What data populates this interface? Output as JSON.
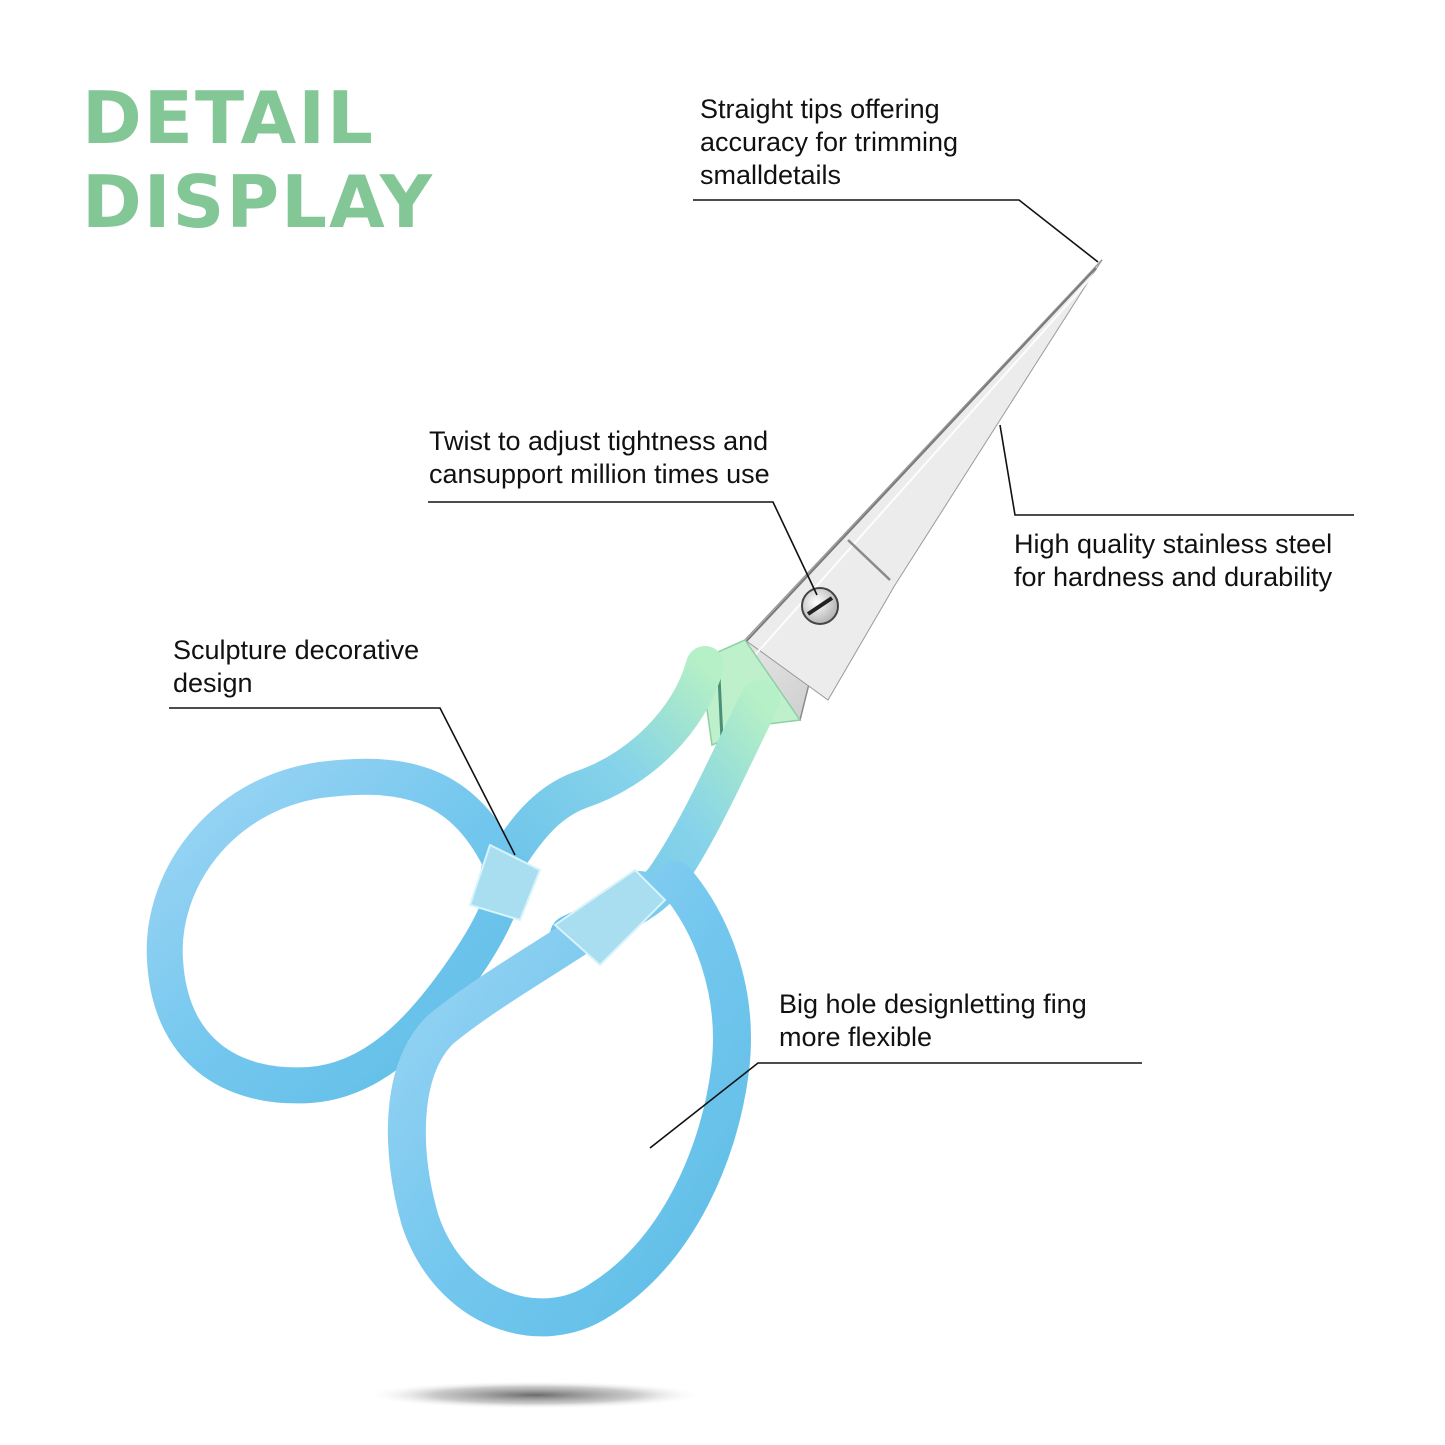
{
  "title": {
    "line1": "DETAIL",
    "line2": "DISPLAY",
    "color": "#82c795"
  },
  "product": {
    "name": "scissors",
    "handle_gradient": [
      "#7fcfee",
      "#8fd9e8",
      "#a8ebc8"
    ],
    "blade_color": "#d9d9d9",
    "pivot_screw": "slotted-screw"
  },
  "callouts": [
    {
      "id": "tips",
      "lines": [
        "Straight tips offering",
        "accuracy for trimming",
        "smalldetails"
      ]
    },
    {
      "id": "screw",
      "lines": [
        "Twist to adjust tightness and",
        "cansupport million times use"
      ]
    },
    {
      "id": "steel",
      "lines": [
        "High quality stainless steel",
        "for hardness and durability"
      ]
    },
    {
      "id": "sculpture",
      "lines": [
        "Sculpture decorative",
        "design"
      ]
    },
    {
      "id": "hole",
      "lines": [
        "Big hole designletting fing",
        "more flexible"
      ]
    }
  ]
}
